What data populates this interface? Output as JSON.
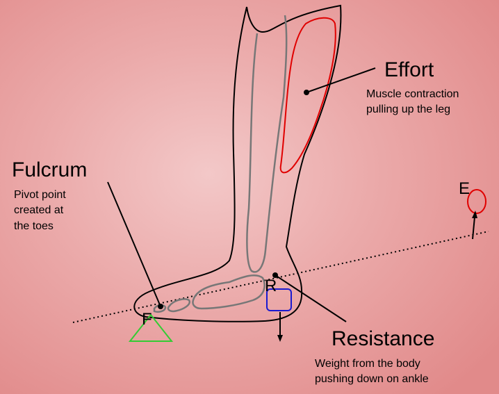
{
  "effort": {
    "title": "Effort",
    "line1": "Muscle contraction",
    "line2": "pulling up the leg"
  },
  "fulcrum": {
    "title": "Fulcrum",
    "line1": "Pivot point",
    "line2": "created at",
    "line3": "the toes"
  },
  "resistance": {
    "title": "Resistance",
    "line1": "Weight from the body",
    "line2": "pushing down on ankle"
  },
  "markers": {
    "fulcrum": "F",
    "resistance": "R",
    "effort": "E"
  },
  "colors": {
    "muscle": "#e00000",
    "bone": "#707070",
    "fulcrum_triangle": "#33cc33",
    "resistance_box": "#1a1ad0",
    "effort_circle": "#e00000"
  }
}
